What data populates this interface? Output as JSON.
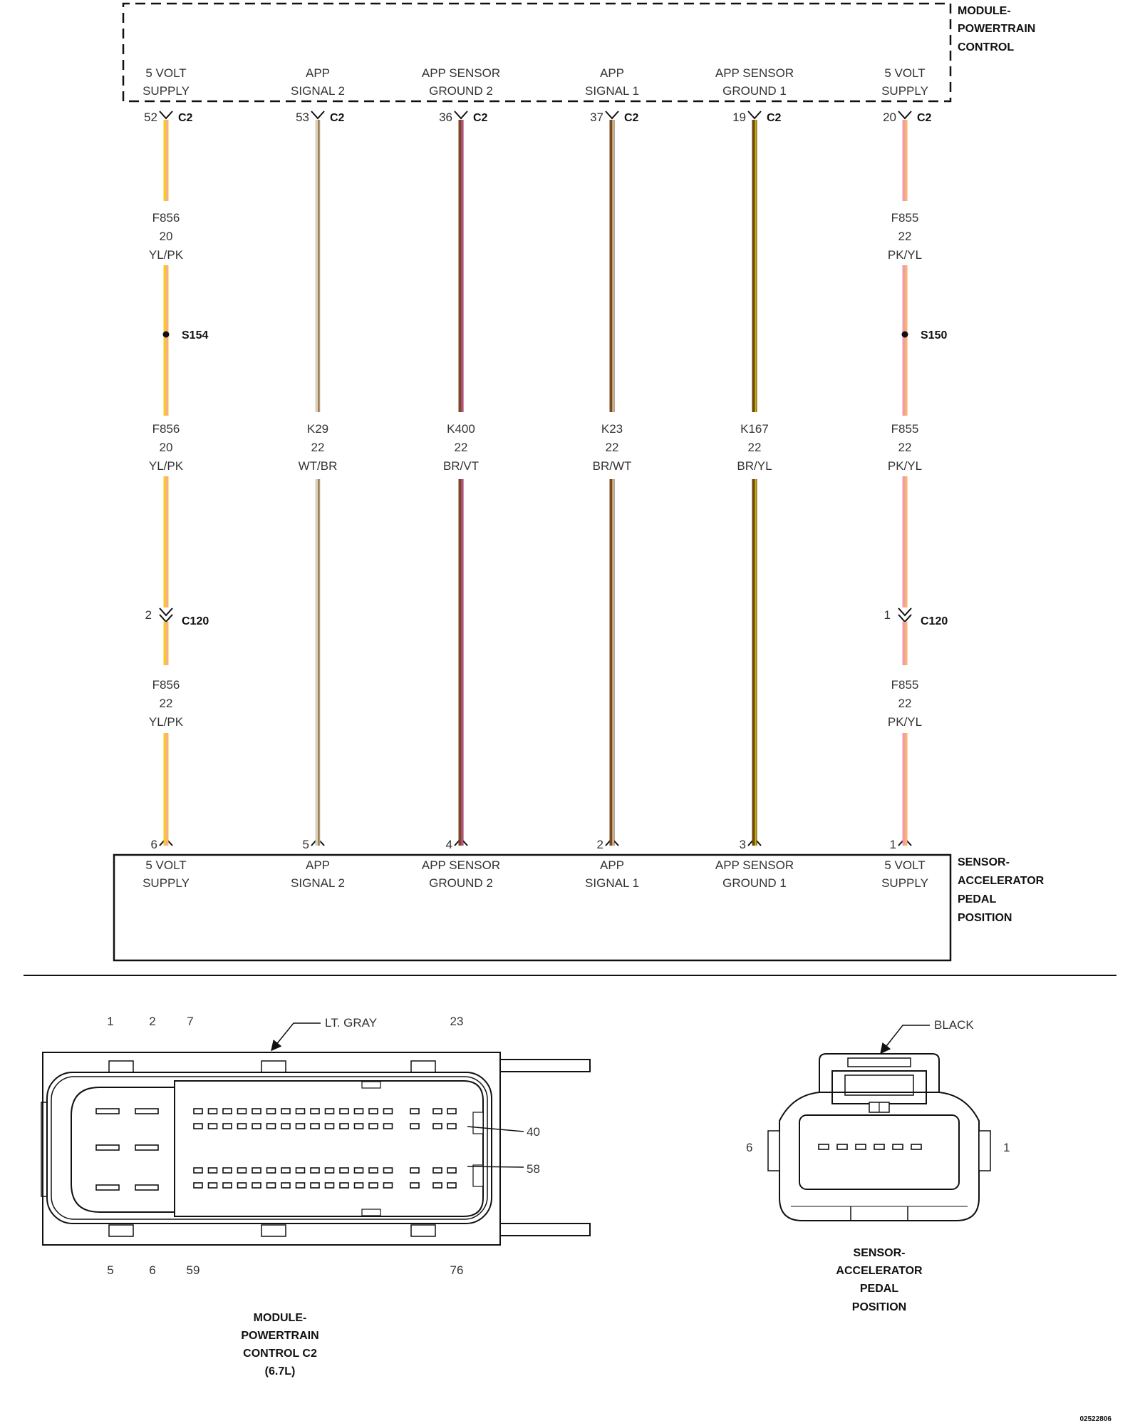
{
  "module_top": {
    "name_lines": [
      "MODULE-",
      "POWERTRAIN",
      "CONTROL"
    ]
  },
  "sensor": {
    "name_lines": [
      "SENSOR-",
      "ACCELERATOR",
      "PEDAL",
      "POSITION"
    ]
  },
  "wires": [
    {
      "id": "w1",
      "func_lines": [
        "5 VOLT",
        "SUPPLY"
      ],
      "pcm_pin": "52",
      "pcm_connector": "C2",
      "colors": [
        "#f7c92b",
        "#f7a0c0"
      ],
      "segments": [
        {
          "circuit": "F856",
          "gauge": "20",
          "color_code": "YL/PK"
        },
        {
          "circuit": "F856",
          "gauge": "20",
          "color_code": "YL/PK"
        },
        {
          "circuit": "F856",
          "gauge": "22",
          "color_code": "YL/PK"
        }
      ],
      "splice": "S154",
      "inline_pin": "2",
      "inline_connector": "C120",
      "sensor_pin": "6"
    },
    {
      "id": "w2",
      "func_lines": [
        "APP",
        "SIGNAL 2"
      ],
      "pcm_pin": "53",
      "pcm_connector": "C2",
      "colors": [
        "#d8cfb8",
        "#8b6a3e"
      ],
      "segments": [
        {
          "circuit": "K29",
          "gauge": "22",
          "color_code": "WT/BR"
        }
      ],
      "sensor_pin": "5"
    },
    {
      "id": "w3",
      "func_lines": [
        "APP SENSOR",
        "GROUND 2"
      ],
      "pcm_pin": "36",
      "pcm_connector": "C2",
      "colors": [
        "#7a4a1e",
        "#d946c8"
      ],
      "segments": [
        {
          "circuit": "K400",
          "gauge": "22",
          "color_code": "BR/VT"
        }
      ],
      "sensor_pin": "4"
    },
    {
      "id": "w4",
      "func_lines": [
        "APP",
        "SIGNAL 1"
      ],
      "pcm_pin": "37",
      "pcm_connector": "C2",
      "colors": [
        "#7a4a1e",
        "#e6dcc3"
      ],
      "segments": [
        {
          "circuit": "K23",
          "gauge": "22",
          "color_code": "BR/WT"
        }
      ],
      "sensor_pin": "2"
    },
    {
      "id": "w5",
      "func_lines": [
        "APP SENSOR",
        "GROUND 1"
      ],
      "pcm_pin": "19",
      "pcm_connector": "C2",
      "colors": [
        "#6b4a12",
        "#d4b400"
      ],
      "segments": [
        {
          "circuit": "K167",
          "gauge": "22",
          "color_code": "BR/YL"
        }
      ],
      "sensor_pin": "3"
    },
    {
      "id": "w6",
      "func_lines": [
        "5 VOLT",
        "SUPPLY"
      ],
      "pcm_pin": "20",
      "pcm_connector": "C2",
      "colors": [
        "#f49ab0",
        "#f7c92b"
      ],
      "segments": [
        {
          "circuit": "F855",
          "gauge": "22",
          "color_code": "PK/YL"
        },
        {
          "circuit": "F855",
          "gauge": "22",
          "color_code": "PK/YL"
        },
        {
          "circuit": "F855",
          "gauge": "22",
          "color_code": "PK/YL"
        }
      ],
      "splice": "S150",
      "inline_pin": "1",
      "inline_connector": "C120",
      "sensor_pin": "1"
    }
  ],
  "pcm_connector_view": {
    "color_label": "LT. GRAY",
    "top_pins": [
      "1",
      "2",
      "7",
      "23"
    ],
    "bottom_pins": [
      "5",
      "6",
      "59",
      "76"
    ],
    "side_pins": [
      "40",
      "58"
    ],
    "caption_lines": [
      "MODULE-",
      "POWERTRAIN",
      "CONTROL C2",
      "(6.7L)"
    ]
  },
  "sensor_connector_view": {
    "color_label": "BLACK",
    "left_pin": "6",
    "right_pin": "1",
    "caption_lines": [
      "SENSOR-",
      "ACCELERATOR",
      "PEDAL",
      "POSITION"
    ]
  },
  "figure_id": "02522806"
}
